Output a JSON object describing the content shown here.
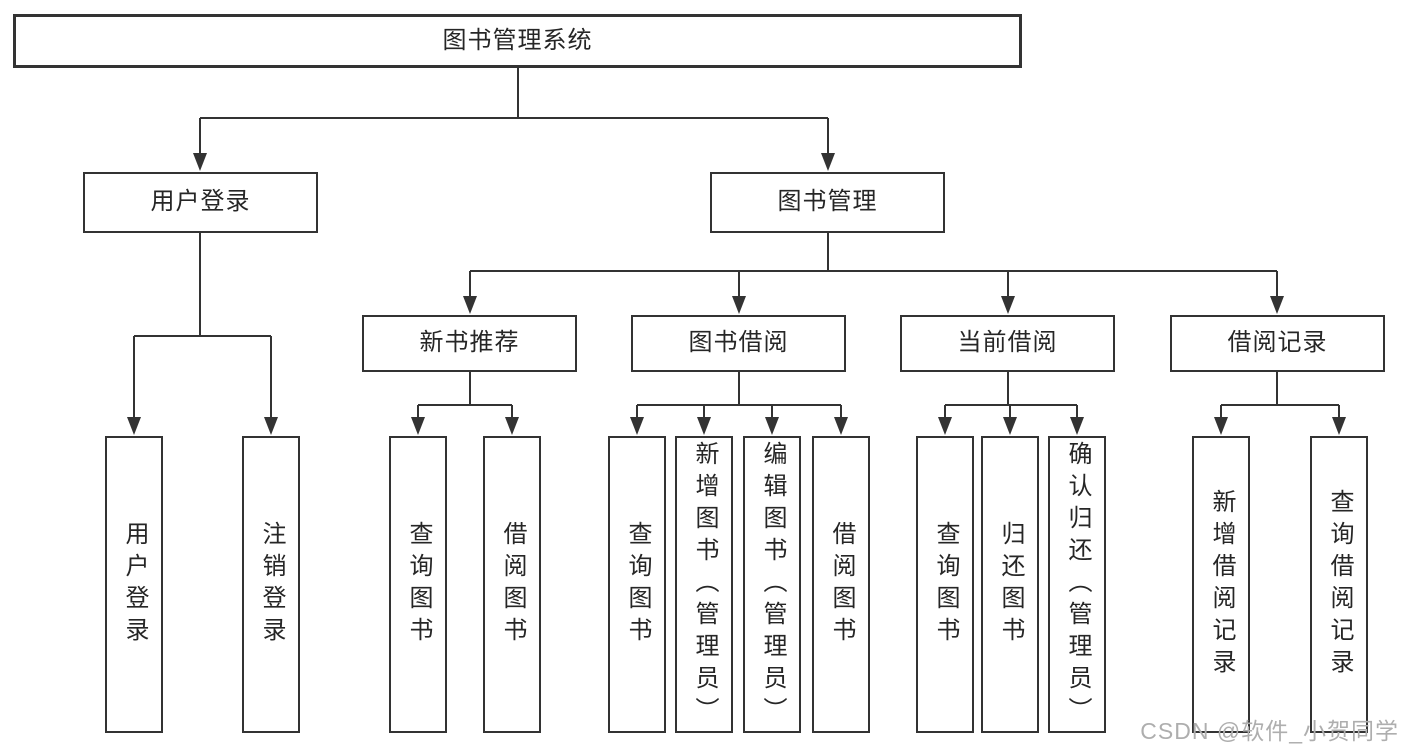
{
  "tree": {
    "root_label": "图书管理系统",
    "login_branch": {
      "label": "用户登录",
      "children": [
        "用户登录",
        "注销登录"
      ]
    },
    "mgmt_branch": {
      "label": "图书管理",
      "sections": [
        {
          "label": "新书推荐",
          "children": [
            "查询图书",
            "借阅图书"
          ]
        },
        {
          "label": "图书借阅",
          "children": [
            "查询图书",
            "新增图书（管理员）",
            "编辑图书（管理员）",
            "借阅图书"
          ]
        },
        {
          "label": "当前借阅",
          "children": [
            "查询图书",
            "归还图书",
            "确认归还（管理员）"
          ]
        },
        {
          "label": "借阅记录",
          "children": [
            "新增借阅记录",
            "查询借阅记录"
          ]
        }
      ]
    }
  },
  "watermark": {
    "text": "CSDN @软件_小贺同学"
  },
  "colors": {
    "line": "#333333",
    "box_border": "#333333",
    "box_fill": "#ffffff",
    "text": "#262626",
    "watermark": "#aeaeae",
    "background": "#ffffff"
  }
}
